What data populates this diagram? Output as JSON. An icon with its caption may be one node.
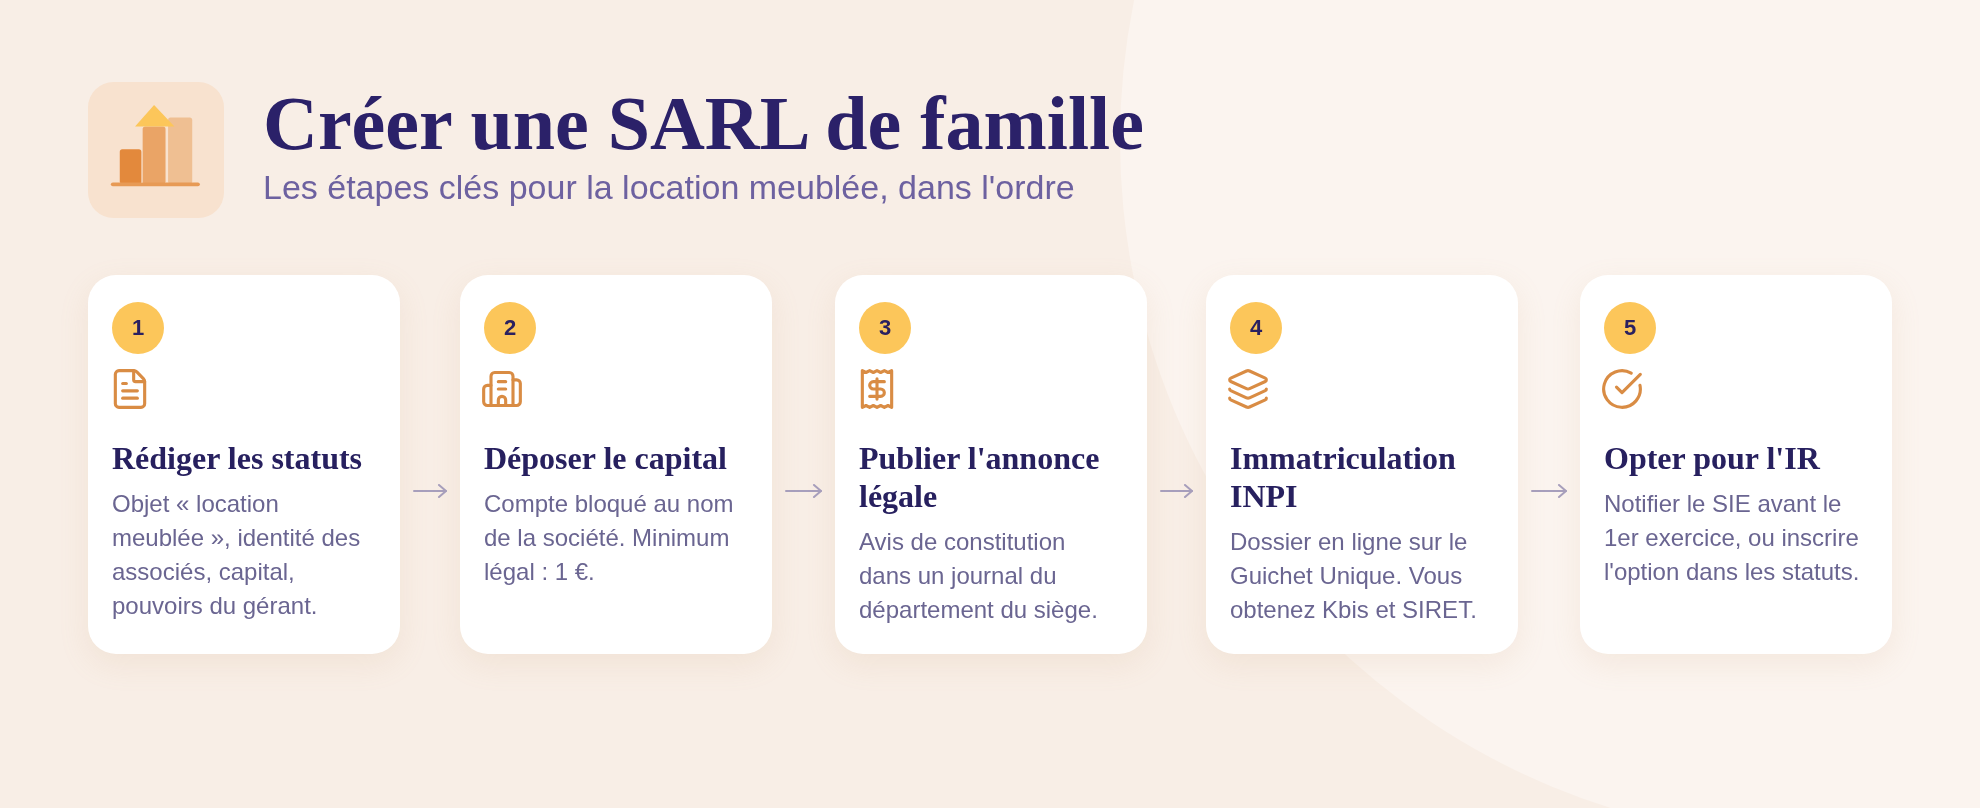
{
  "diagram": {
    "title": "Créer une SARL de famille",
    "nodes": [
      {
        "text": [
          "1",
          "Rédiger les statuts",
          "Objet « location meublée », identité des associés, capital, pouvoirs du gérant."
        ]
      },
      {
        "text": [
          "2",
          "Déposer le capital",
          "Compte bloqué au nom de la société. Minimum légal : 1 €."
        ]
      },
      {
        "text": [
          "3",
          "Publier l'annonce légale",
          "Avis de constitution dans un journal du département du siège."
        ]
      },
      {
        "text": [
          "4",
          "Immatriculation INPI",
          "Dossier en ligne sur le Guichet Unique. Vous obtenez Kbis et SIRET."
        ]
      },
      {
        "text": [
          "5",
          "Opter pour l'IR",
          "Notifier le SIE avant le 1er exercice, ou inscrire l'option dans les statuts."
        ]
      }
    ],
    "edges": [
      {
        "from": 0,
        "to": 1,
        "arrow": "to"
      },
      {
        "from": 1,
        "to": 2,
        "arrow": "to"
      },
      {
        "from": 2,
        "to": 3,
        "arrow": "to"
      },
      {
        "from": 3,
        "to": 4,
        "arrow": "to"
      }
    ],
    "labels": [
      "Les étapes clés pour la location meublée, dans l'ordre"
    ]
  }
}
